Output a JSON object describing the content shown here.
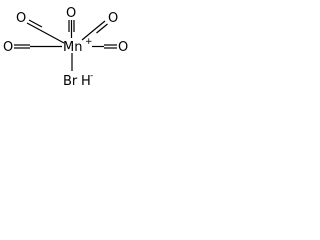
{
  "molecule": {
    "center": {
      "element": "Mn",
      "charge": "+"
    },
    "ligand": {
      "element": "Br",
      "hydrogen": "H",
      "charge": "-"
    },
    "oxygen_label": "O",
    "carbonyl_count": 5,
    "line_color": "#000000",
    "background": "#ffffff"
  }
}
